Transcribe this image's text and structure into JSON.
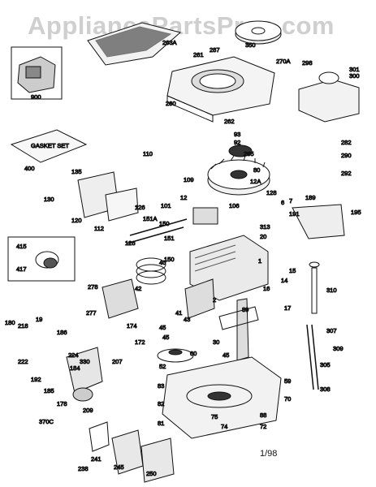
{
  "watermark": "AppliancePartsPros.com",
  "date_code": "1/98",
  "inset_small_label": "GASKET SET",
  "callouts": {
    "p263a": "263A",
    "p287": "287",
    "p350": "350",
    "p261": "261",
    "p270a": "270A",
    "p260": "260",
    "p262": "262",
    "p298": "298",
    "p301": "301",
    "p300": "300",
    "p900": "900",
    "p400": "400",
    "p93": "93",
    "p92": "92",
    "p265": "265",
    "p282": "282",
    "p290": "290",
    "p292": "292",
    "p110": "110",
    "p109": "109",
    "p80": "80",
    "p12a": "12A",
    "p135": "135",
    "p130": "130",
    "p120": "120",
    "p12": "12",
    "p128": "128",
    "p101": "101",
    "p106": "106",
    "p7": "7",
    "p6": "6",
    "p189": "189",
    "p191": "191",
    "p195": "195",
    "p126a": "126",
    "p112": "112",
    "p151a": "151A",
    "p150a": "150",
    "p126b": "126",
    "p313": "313",
    "p20": "20",
    "p151": "151",
    "p150b": "150",
    "p415": "415",
    "p417": "417",
    "p40": "40",
    "p1": "1",
    "p15": "15",
    "p14": "14",
    "p278": "278",
    "p42": "42",
    "p16": "16",
    "p310": "310",
    "p41": "41",
    "p43": "43",
    "p2": "2",
    "p89": "89",
    "p17": "17",
    "p277": "277",
    "p180": "180",
    "p218": "218",
    "p19": "19",
    "p186": "186",
    "p174": "174",
    "p172": "172",
    "p45a": "45",
    "p45b": "45",
    "p307": "307",
    "p30": "30",
    "p224": "224",
    "p60": "60",
    "p45c": "45",
    "p309": "309",
    "p222": "222",
    "p52": "52",
    "p305": "305",
    "p192": "192",
    "p185": "185",
    "p184": "184",
    "p330": "330",
    "p207": "207",
    "p59": "59",
    "p70": "70",
    "p308": "308",
    "p83": "83",
    "p178": "178",
    "p209": "209",
    "p370c": "370C",
    "p82": "82",
    "p75": "75",
    "p74": "74",
    "p88": "88",
    "p81": "81",
    "p72": "72",
    "p241": "241",
    "p238": "238",
    "p245": "245",
    "p250": "250"
  }
}
